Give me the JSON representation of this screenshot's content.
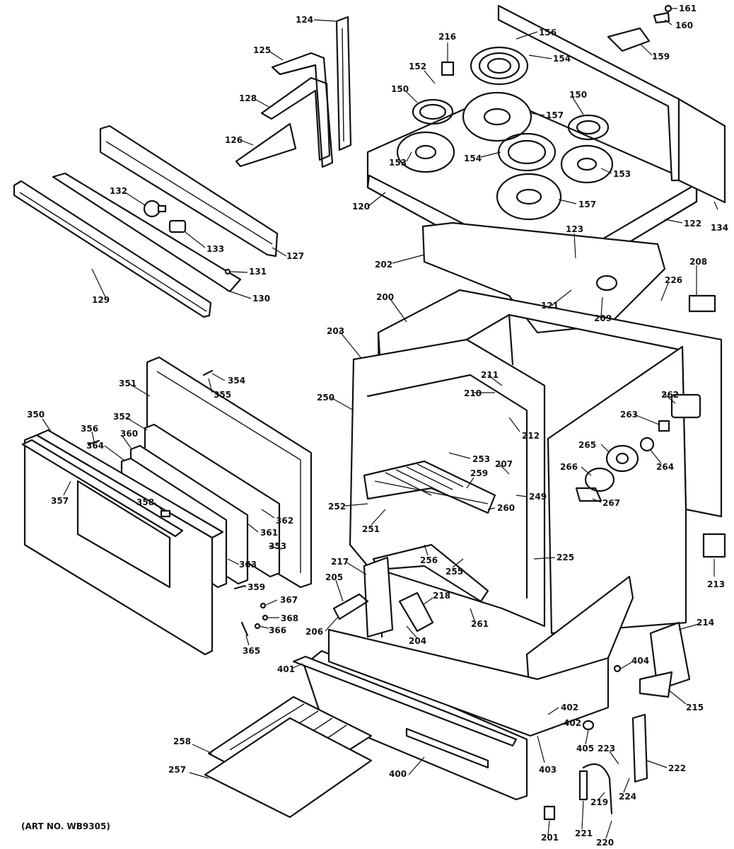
{
  "art_number": "(ART NO. WB9305)",
  "labels": {
    "l124": "124",
    "l125": "125",
    "l128": "128",
    "l126": "126",
    "l127": "127",
    "l132": "132",
    "l133": "133",
    "l131": "131",
    "l129": "129",
    "l130": "130",
    "l216": "216",
    "l156": "156",
    "l154a": "154",
    "l152": "152",
    "l150a": "150",
    "l157a": "157",
    "l150b": "150",
    "l153a": "153",
    "l154b": "154",
    "l153b": "153",
    "l157b": "157",
    "l120": "120",
    "l122": "122",
    "l123": "123",
    "l121": "121",
    "l134": "134",
    "l161": "161",
    "l160": "160",
    "l159": "159",
    "l202": "202",
    "l209": "209",
    "l226": "226",
    "l208": "208",
    "l200": "200",
    "l203": "203",
    "l211": "211",
    "l210": "210",
    "l212": "212",
    "l250": "250",
    "l253": "253",
    "l207": "207",
    "l259": "259",
    "l260": "260",
    "l249": "249",
    "l252": "252",
    "l251": "251",
    "l256": "256",
    "l255": "255",
    "l225": "225",
    "l262": "262",
    "l263": "263",
    "l265": "265",
    "l264": "264",
    "l266": "266",
    "l267": "267",
    "l213": "213",
    "l351": "351",
    "l354": "354",
    "l355": "355",
    "l350": "350",
    "l352": "352",
    "l356": "356",
    "l360": "360",
    "l364": "364",
    "l357": "357",
    "l358": "358",
    "l362": "362",
    "l361": "361",
    "l353": "353",
    "l363": "363",
    "l359": "359",
    "l367": "367",
    "l368": "368",
    "l366": "366",
    "l365": "365",
    "l217": "217",
    "l205": "205",
    "l218": "218",
    "l206": "206",
    "l204": "204",
    "l261": "261",
    "l401": "401",
    "l214": "214",
    "l404": "404",
    "l215": "215",
    "l402": "402",
    "l403": "403",
    "l405": "405",
    "l223": "223",
    "l222": "222",
    "l224": "224",
    "l219": "219",
    "l258": "258",
    "l257": "257",
    "l400": "400",
    "l201": "201",
    "l221": "221",
    "l220": "220"
  }
}
